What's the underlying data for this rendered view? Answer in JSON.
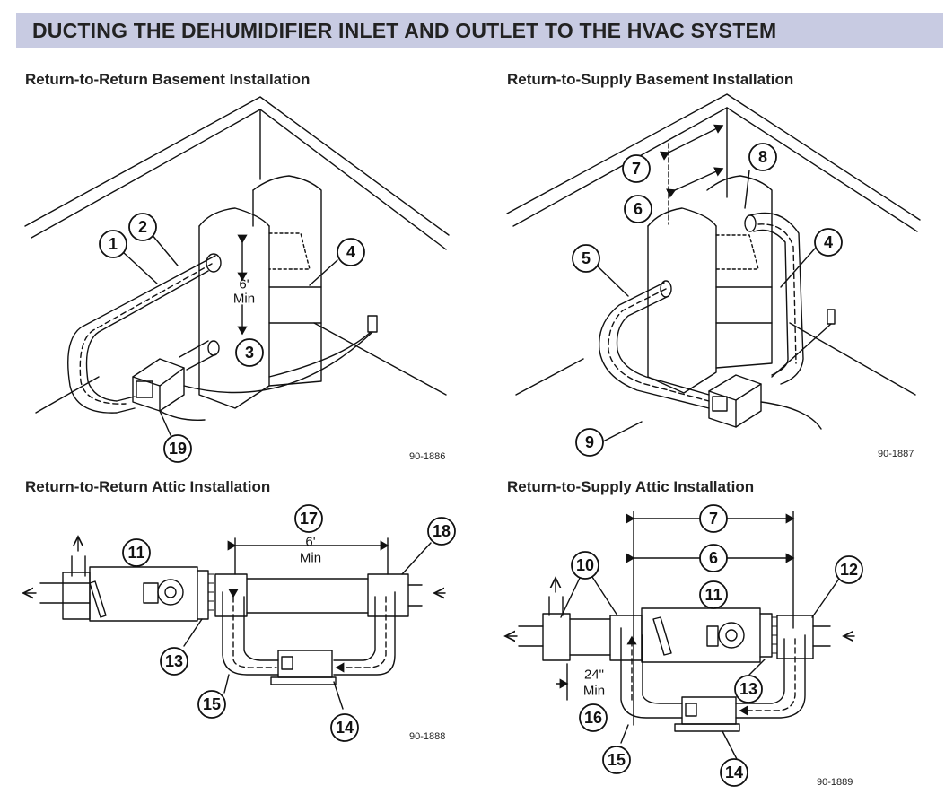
{
  "header": {
    "title": "DUCTING THE DEHUMIDIFIER INLET AND OUTLET TO THE HVAC SYSTEM"
  },
  "panels": [
    {
      "title": "Return-to-Return Basement Installation",
      "code": "90-1886",
      "callouts": [
        "1",
        "2",
        "3",
        "4",
        "19"
      ],
      "dim_lines": [
        "6'",
        "Min"
      ]
    },
    {
      "title": "Return-to-Supply Basement Installation",
      "code": "90-1887",
      "callouts": [
        "5",
        "6",
        "7",
        "8",
        "4",
        "9"
      ]
    },
    {
      "title": "Return-to-Return Attic Installation",
      "code": "90-1888",
      "callouts": [
        "11",
        "17",
        "18",
        "13",
        "15",
        "14"
      ],
      "dim_lines": [
        "6'",
        "Min"
      ]
    },
    {
      "title": "Return-to-Supply Attic Installation",
      "code": "90-1889",
      "callouts": [
        "7",
        "6",
        "10",
        "11",
        "12",
        "13",
        "15",
        "14",
        "16"
      ],
      "dim_lines": [
        "24\"",
        "Min"
      ]
    }
  ],
  "colors": {
    "banner": "#c8cbe2",
    "line": "#111111"
  }
}
